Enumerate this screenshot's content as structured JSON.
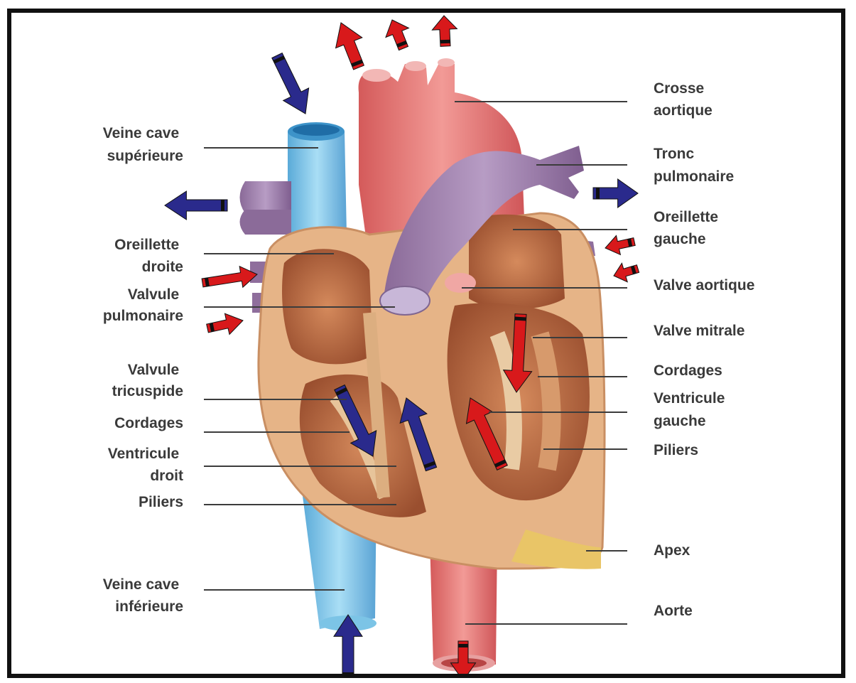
{
  "labels": {
    "veine_cave_sup": [
      "Veine cave",
      "supérieure"
    ],
    "oreillette_droite": [
      "Oreillette",
      "droite"
    ],
    "valvule_pulmonaire": [
      "Valvule",
      "pulmonaire"
    ],
    "valvule_tricuspide": [
      "Valvule",
      "tricuspide"
    ],
    "cordages_left": "Cordages",
    "ventricule_droit": [
      "Ventricule",
      "droit"
    ],
    "piliers_left": "Piliers",
    "veine_cave_inf": [
      "Veine cave",
      "inférieure"
    ],
    "crosse_aortique": [
      "Crosse",
      "aortique"
    ],
    "tronc_pulmonaire": [
      "Tronc",
      "pulmonaire"
    ],
    "oreillette_gauche": [
      "Oreillette",
      "gauche"
    ],
    "valve_aortique": "Valve aortique",
    "valve_mitrale": "Valve mitrale",
    "cordages_right": "Cordages",
    "ventricule_gauche": [
      "Ventricule",
      "gauche"
    ],
    "piliers_right": "Piliers",
    "apex": "Apex",
    "aorte": "Aorte"
  },
  "colors": {
    "oxygen_poor_arrow": "#2a2a8c",
    "oxygen_rich_arrow": "#d8191b",
    "vena_cava": "#8fd0ee",
    "aorta": "#e87070",
    "pulmonary_trunk": "#9b7aaa",
    "myocardium": "#e9b98f",
    "chamber": "#b8663f",
    "frame_border": "#111111"
  }
}
